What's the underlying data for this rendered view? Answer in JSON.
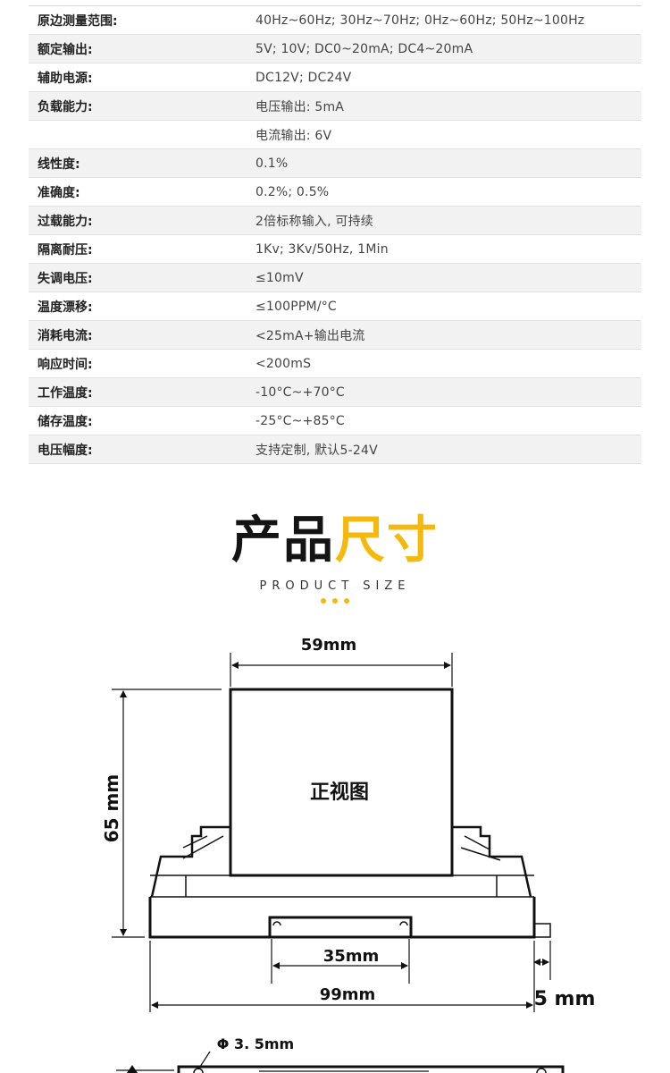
{
  "specs": [
    {
      "label": "原边测量范围:",
      "value": "40Hz~60Hz; 30Hz~70Hz; 0Hz~60Hz; 50Hz~100Hz"
    },
    {
      "label": "额定输出:",
      "value": "5V; 10V; DC0~20mA; DC4~20mA"
    },
    {
      "label": "辅助电源:",
      "value": "DC12V; DC24V"
    },
    {
      "label": "负载能力:",
      "value": "电压输出: 5mA"
    },
    {
      "label": "",
      "value": "电流输出: 6V"
    },
    {
      "label": "线性度:",
      "value": "0.1%"
    },
    {
      "label": "准确度:",
      "value": "0.2%; 0.5%"
    },
    {
      "label": "过载能力:",
      "value": "2倍标称输入, 可持续"
    },
    {
      "label": "隔离耐压:",
      "value": "1Kv; 3Kv/50Hz, 1Min"
    },
    {
      "label": "失调电压:",
      "value": "≤10mV"
    },
    {
      "label": "温度漂移:",
      "value": "≤100PPM/°C"
    },
    {
      "label": "消耗电流:",
      "value": "<25mA+输出电流"
    },
    {
      "label": "响应时间:",
      "value": "<200mS"
    },
    {
      "label": "工作温度:",
      "value": "-10°C~+70°C"
    },
    {
      "label": "储存温度:",
      "value": "-25°C~+85°C"
    },
    {
      "label": "电压幅度:",
      "value": "支持定制, 默认5-24V"
    }
  ],
  "section": {
    "title_black": "产品",
    "title_yellow": "尺寸",
    "subtitle": "PRODUCT SIZE"
  },
  "drawing": {
    "width_top": "59mm",
    "height": "65 mm",
    "center_label": "正视图",
    "rail_width": "35mm",
    "total_width": "99mm",
    "side_width": "5 mm",
    "hole": "Φ 3. 5mm"
  },
  "colors": {
    "accent": "#f5b80c",
    "text": "#141414"
  }
}
